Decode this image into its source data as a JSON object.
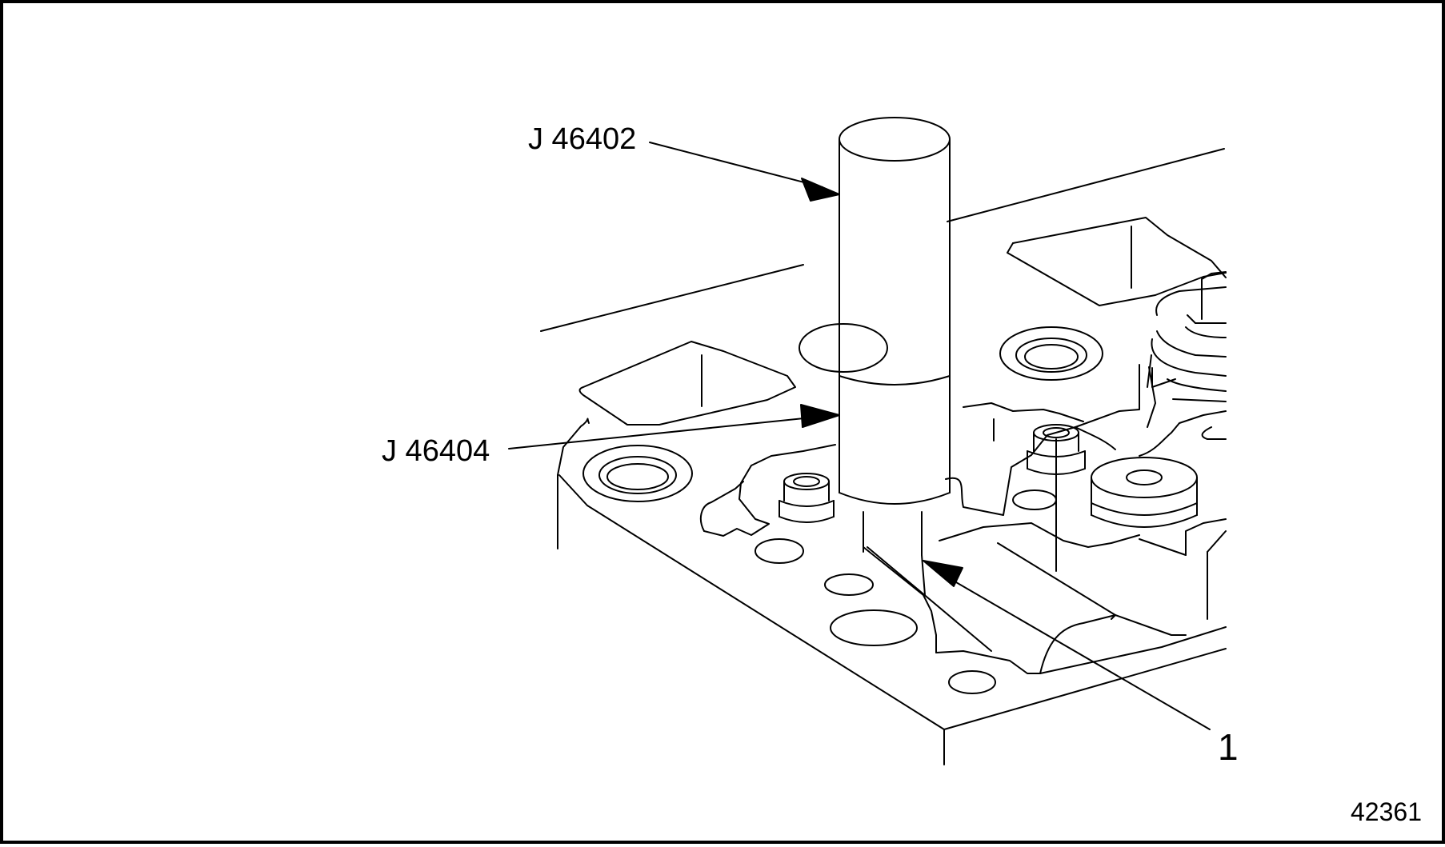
{
  "figure": {
    "callouts": {
      "tool_upper": "J 46402",
      "tool_lower": "J 46404",
      "item_number": "1"
    },
    "figure_number": "42361"
  },
  "colors": {
    "line": "#000000",
    "background": "#ffffff"
  }
}
